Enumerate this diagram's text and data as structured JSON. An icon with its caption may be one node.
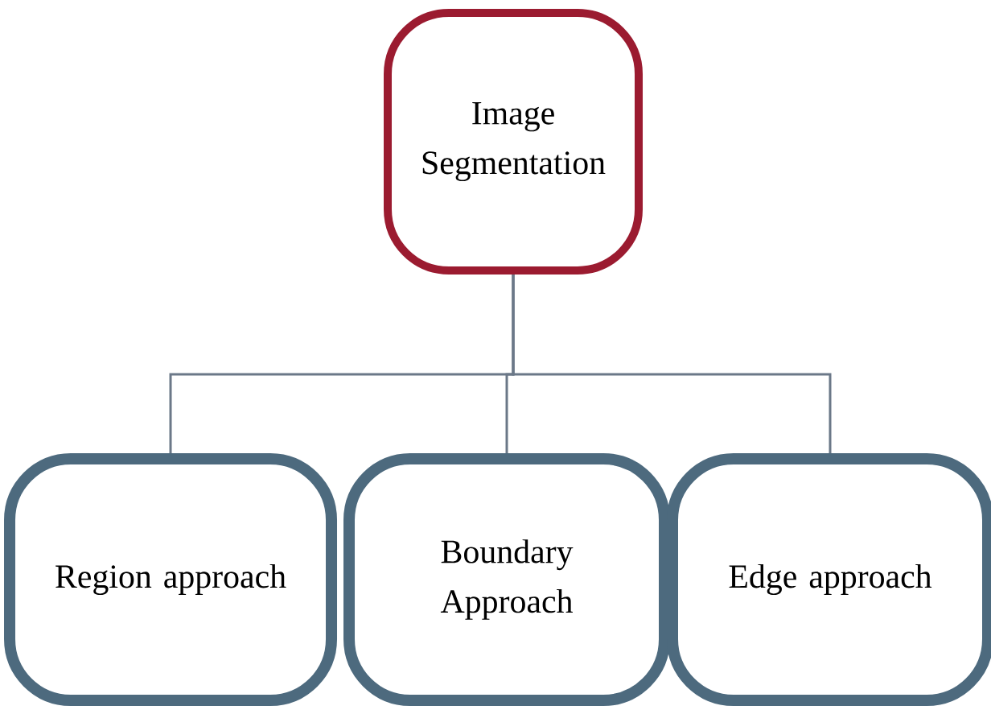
{
  "diagram": {
    "nodes": [
      {
        "text": [
          "Image Segmentation"
        ]
      },
      {
        "text": [
          "Region approach"
        ]
      },
      {
        "text": [
          "Boundary Approach"
        ]
      },
      {
        "text": [
          "Edge approach"
        ]
      }
    ],
    "edges": [
      {
        "from": 0,
        "to": 1,
        "arrow": "none"
      },
      {
        "from": 0,
        "to": 2,
        "arrow": "none"
      },
      {
        "from": 0,
        "to": 3,
        "arrow": "none"
      }
    ]
  }
}
